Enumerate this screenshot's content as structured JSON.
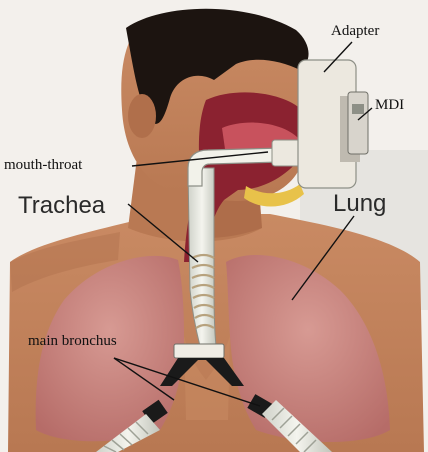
{
  "labels": {
    "adapter": "Adapter",
    "mdi": "MDI",
    "mouth_throat": "mouth-throat",
    "trachea": "Trachea",
    "lung": "Lung",
    "main_bronchus": "main bronchus"
  },
  "colors": {
    "background": "#f3f0ec",
    "skin": "#c98a63",
    "skin_shadow": "#9c5a3a",
    "hair": "#1c1410",
    "lung": "#c9847f",
    "lung_shadow": "#a9605d",
    "throat_red": "#8b2230",
    "tubing": "#e6e6dc",
    "adapter": "#ece8df"
  }
}
